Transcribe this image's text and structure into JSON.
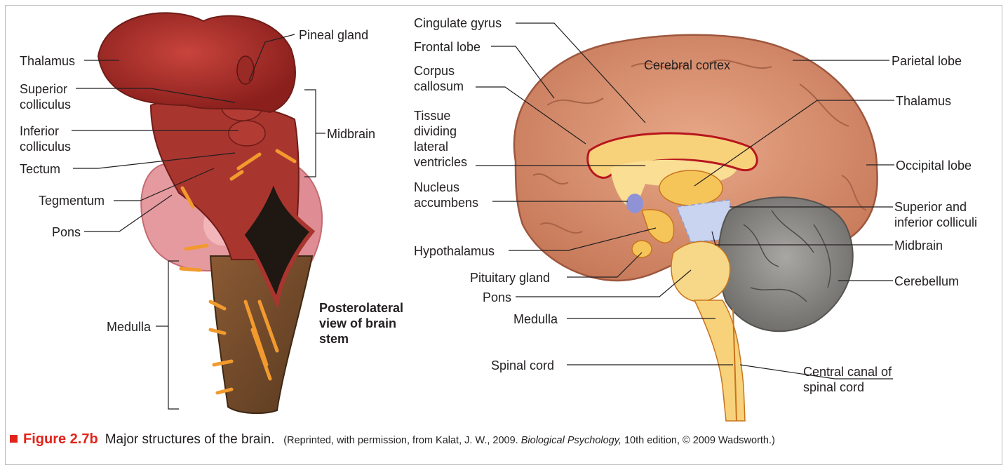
{
  "left_labels": {
    "thalamus": "Thalamus",
    "pineal": "Pineal gland",
    "superior": "Superior colliculus",
    "inferior": "Inferior colliculus",
    "tectum": "Tectum",
    "midbrain": "Midbrain",
    "tegmentum": "Tegmentum",
    "pons": "Pons",
    "medulla": "Medulla"
  },
  "view_title": "Posterolateral view of brain stem",
  "right_labels": {
    "cingulate": "Cingulate gyrus",
    "frontal": "Frontal lobe",
    "corpus": "Corpus callosum",
    "tissue": "Tissue dividing lateral ventricles",
    "nucleus": "Nucleus accumbens",
    "hypothalamus": "Hypothalamus",
    "pituitary": "Pituitary gland",
    "pons": "Pons",
    "medulla": "Medulla",
    "spinal": "Spinal cord",
    "cortex": "Cerebral cortex",
    "parietal": "Parietal lobe",
    "thalamus": "Thalamus",
    "occipital": "Occipital lobe",
    "colliculi": "Superior and inferior colliculi",
    "midbrain": "Midbrain",
    "cerebellum": "Cerebellum",
    "canal": "Central canal of spinal cord"
  },
  "caption": {
    "figure": "Figure 2.7b",
    "title": "Major structures of the brain.",
    "credit_pre": "(Reprinted, with permission, from Kalat, J. W., 2009.",
    "credit_book": "Biological Psychology,",
    "credit_post": "10th edition, © 2009 Wadsworth.)"
  },
  "colors": {
    "accent": "#e2231a",
    "brainstem": "#a8322e",
    "cortex": "#d9916f",
    "cerebellum": "#8c8a86"
  }
}
